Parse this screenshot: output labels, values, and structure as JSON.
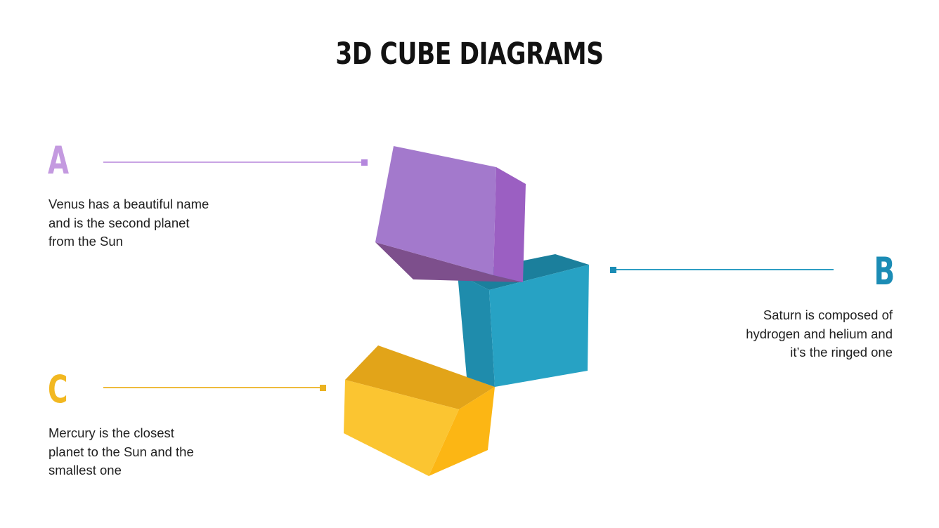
{
  "slide": {
    "title": "3D CUBE DIAGRAMS",
    "background_color": "#ffffff"
  },
  "items": [
    {
      "letter": "A",
      "color": "#c49ae0",
      "line_color": "#c9a4e4",
      "text": "Venus has a beautiful name\nand is the second planet\nfrom the Sun",
      "align": "left"
    },
    {
      "letter": "B",
      "color": "#1b8cb5",
      "line_color": "#2e9ec4",
      "text": "Saturn is composed of\nhydrogen and helium and\nit’s the ringed one",
      "align": "right"
    },
    {
      "letter": "C",
      "color": "#f2b821",
      "line_color": "#eebb3c",
      "text": "Mercury is the closest\nplanet to the Sun and the\nsmallest one",
      "align": "left"
    }
  ],
  "cubes": [
    {
      "name": "purple-cube",
      "front_color": "#a379cc",
      "side_color": "#9b5fc2",
      "bottom_color": "#7d4f8c",
      "front": "560,208 706,238 702,392 534,345",
      "side": "706,238 748,262 744,402 702,392",
      "bottom": "534,345 702,392 744,402 588,398"
    },
    {
      "name": "blue-cube",
      "front_color": "#27a2c4",
      "side_color": "#1f8cac",
      "top_color": "#1b7f9c",
      "front": "696,413 838,377 836,528 704,551",
      "side": "651,390 696,413 704,551 664,537",
      "top": "651,390 790,362 838,377 696,413"
    },
    {
      "name": "yellow-cube",
      "front_color": "#fbc531",
      "side_color": "#fcb614",
      "top_color": "#e2a419",
      "front": "491,541 653,583 610,678 489,617",
      "side": "653,583 704,551 694,641 610,678",
      "top": "491,541 538,492 704,551 653,583"
    }
  ]
}
